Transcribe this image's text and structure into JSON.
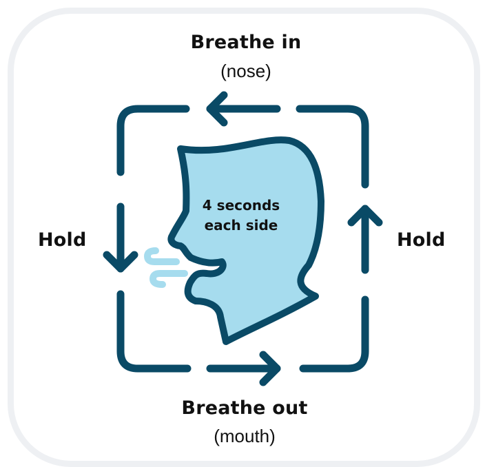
{
  "labels": {
    "top_main": "Breathe in",
    "top_sub": "(nose)",
    "bottom_main": "Breathe out",
    "bottom_sub": "(mouth)",
    "left": "Hold",
    "right": "Hold"
  },
  "center": {
    "line1": "4 seconds",
    "line2": "each side"
  },
  "colors": {
    "path": "#0a4a66",
    "face_fill": "#a6dcee",
    "breath": "#a6dcee",
    "card_border": "#eef0f3",
    "text": "#111111"
  },
  "icons": {
    "face": "head-profile-icon",
    "breath": "exhale-wind-icon"
  }
}
